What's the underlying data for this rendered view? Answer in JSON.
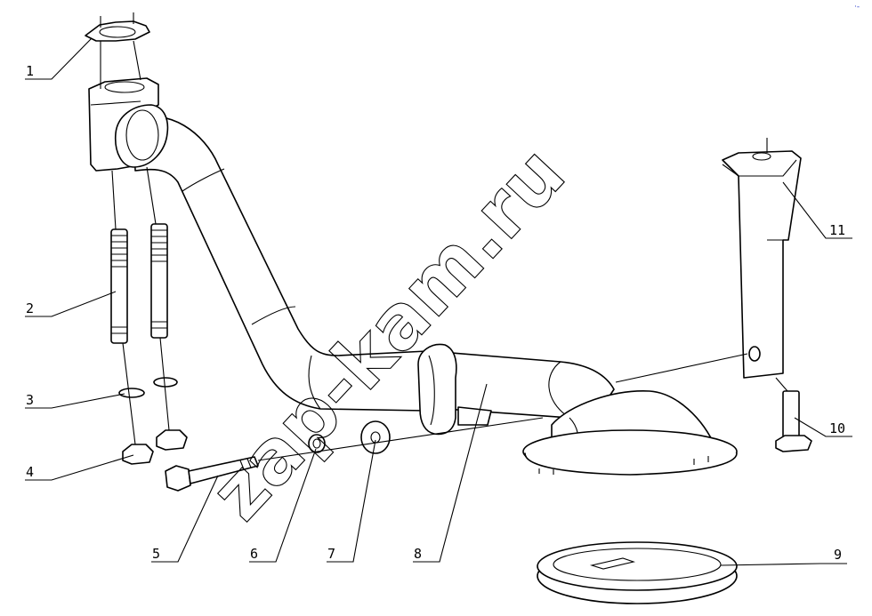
{
  "watermark": "zap-kam.ru",
  "corner_mark": "·-",
  "callouts": [
    "1",
    "2",
    "3",
    "4",
    "5",
    "6",
    "7",
    "8",
    "9",
    "10",
    "11"
  ],
  "colors": {
    "line": "#000000",
    "background": "#ffffff",
    "corner_mark": "#3344cc"
  }
}
